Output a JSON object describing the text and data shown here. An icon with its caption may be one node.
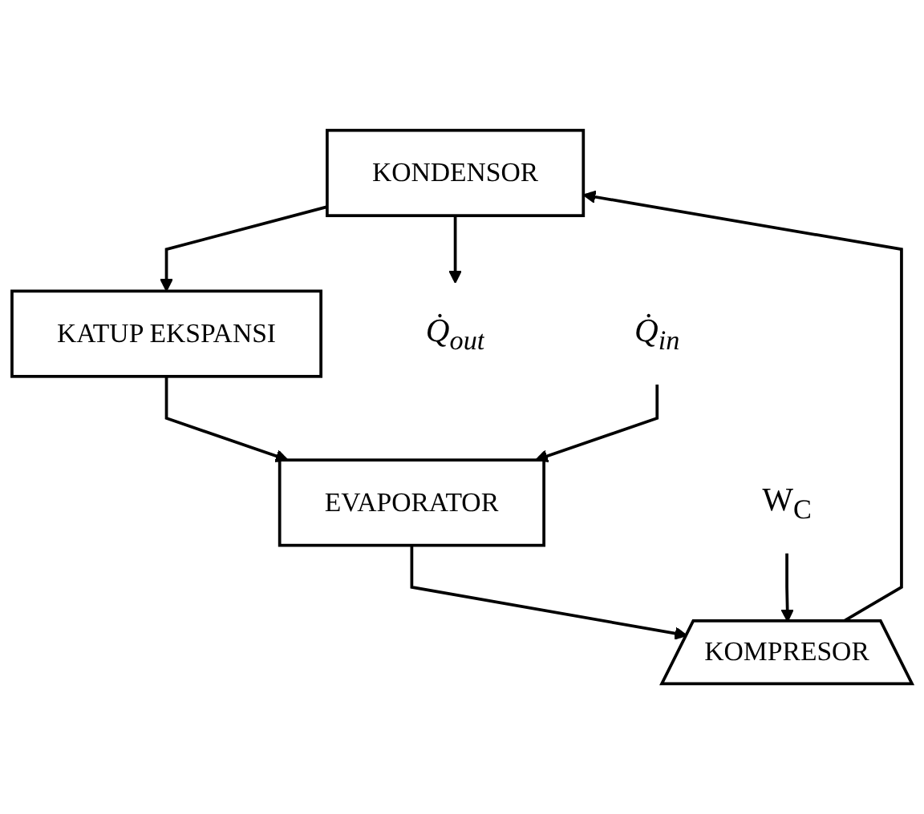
{
  "diagram": {
    "nodes": [
      {
        "text": [
          "KONDENSOR"
        ]
      },
      {
        "text": [
          "KATUP EKSPANSI"
        ]
      },
      {
        "text": [
          "EVAPORATOR"
        ]
      },
      {
        "text": [
          "KOMPRESOR"
        ]
      },
      {
        "text": [
          "Q̇$_{out}$"
        ]
      },
      {
        "text": [
          "Q̇$_{in}$"
        ]
      },
      {
        "text": [
          "W$_{C}$"
        ]
      }
    ],
    "edges": [
      {
        "from": 0,
        "to": 1,
        "arrow": "to"
      },
      {
        "from": 1,
        "to": 2,
        "arrow": "to"
      },
      {
        "from": 2,
        "to": 3,
        "arrow": "to"
      },
      {
        "from": 3,
        "to": 0,
        "arrow": "to"
      },
      {
        "from": 0,
        "to": 4,
        "arrow": "to"
      },
      {
        "from": 5,
        "to": 2,
        "arrow": "to"
      },
      {
        "from": 6,
        "to": 3,
        "arrow": "to"
      }
    ]
  }
}
